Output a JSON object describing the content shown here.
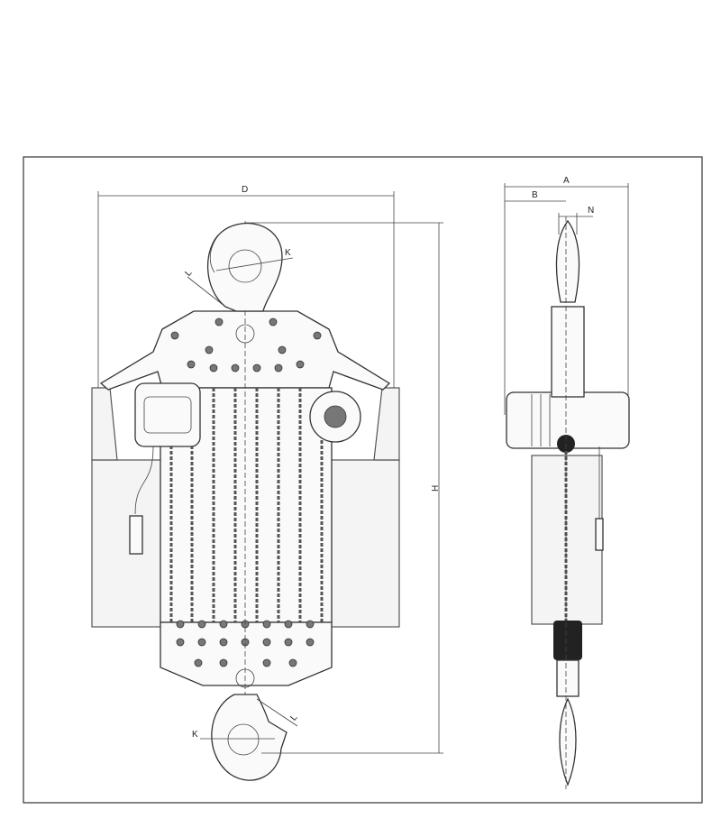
{
  "drawing": {
    "front_view": {
      "dimensions": {
        "width": "D",
        "height": "H",
        "hook_top_opening": "K",
        "hook_top_latch": "L",
        "hook_bottom_opening": "K",
        "hook_bottom_latch": "L"
      }
    },
    "side_view": {
      "dimensions": {
        "overall_width": "A",
        "offset": "B",
        "hook_thickness": "N"
      }
    }
  }
}
